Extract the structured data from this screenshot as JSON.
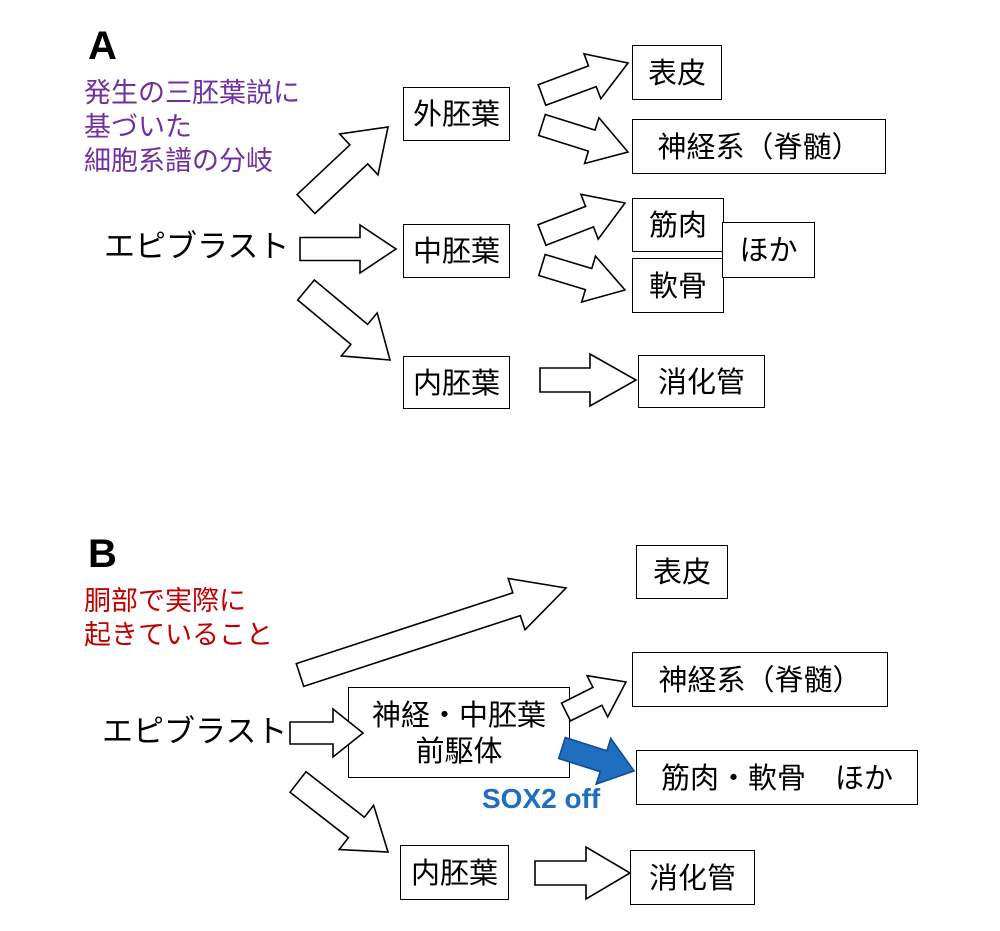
{
  "panel_a": {
    "label": "A",
    "caption_lines": [
      "発生の三胚葉説に",
      "基づいた",
      "細胞系譜の分岐"
    ],
    "epiblast": "エピブラスト",
    "ectoderm": "外胚葉",
    "mesoderm": "中胚葉",
    "endoderm": "内胚葉",
    "epidermis": "表皮",
    "nervous_system": "神経系（脊髄）",
    "muscle": "筋肉",
    "cartilage": "軟骨",
    "others": "ほか",
    "digestive_tract": "消化管"
  },
  "panel_b": {
    "label": "B",
    "caption_lines": [
      "胴部で実際に",
      "起きていること"
    ],
    "epiblast": "エピブラスト",
    "epidermis": "表皮",
    "nervous_system": "神経系（脊髄）",
    "nmp_lines": [
      "神経・中胚葉",
      "前駆体"
    ],
    "muscle_cartilage_others": "筋肉・軟骨　ほか",
    "endoderm": "内胚葉",
    "digestive_tract": "消化管",
    "sox2_label": "SOX2 off"
  },
  "colors": {
    "caption_a": "#7030A0",
    "caption_b": "#C00000",
    "sox2_text": "#1F6EBF",
    "sox2_arrow": "#1F6EBF"
  }
}
